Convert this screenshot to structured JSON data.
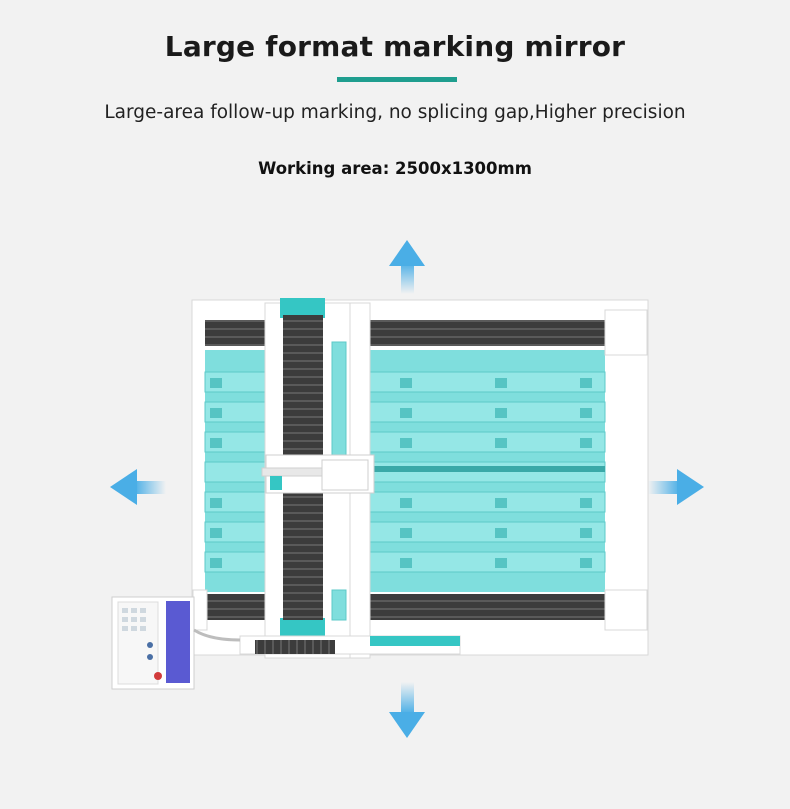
{
  "header": {
    "title": "Large format marking mirror",
    "subtitle": "Large-area follow-up marking, no splicing gap,Higher precision",
    "working_area": "Working area: 2500x1300mm"
  },
  "colors": {
    "accent": "#1f9e8f",
    "bed": "#7fdedd",
    "arrow": "#4aaee6",
    "gantry_track": "#3a3a3a"
  },
  "icons": [
    "arrow-up-icon",
    "arrow-down-icon",
    "arrow-left-icon",
    "arrow-right-icon"
  ]
}
